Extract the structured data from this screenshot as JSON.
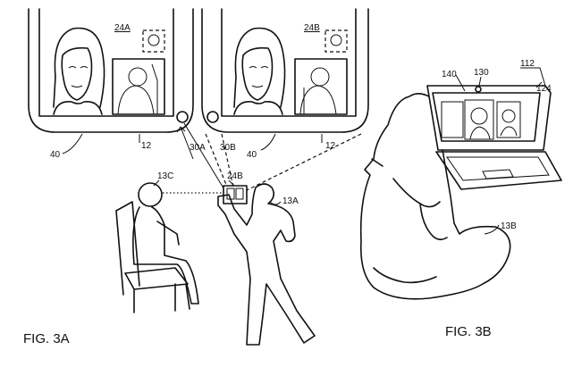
{
  "labels": {
    "device_left": "24A",
    "device_right": "24B",
    "ref_40_left": "40",
    "ref_12_left": "12",
    "ref_30a": "30A",
    "ref_30b": "30B",
    "ref_40_right": "40",
    "ref_12_right": "12",
    "ref_13c": "13C",
    "ref_24b_small": "24B",
    "ref_13a": "13A",
    "ref_140": "140",
    "ref_130": "130",
    "ref_112": "112",
    "ref_124": "124",
    "ref_13b": "13B"
  },
  "captions": {
    "fig_3a": "FIG. 3A",
    "fig_3b": "FIG. 3B"
  }
}
